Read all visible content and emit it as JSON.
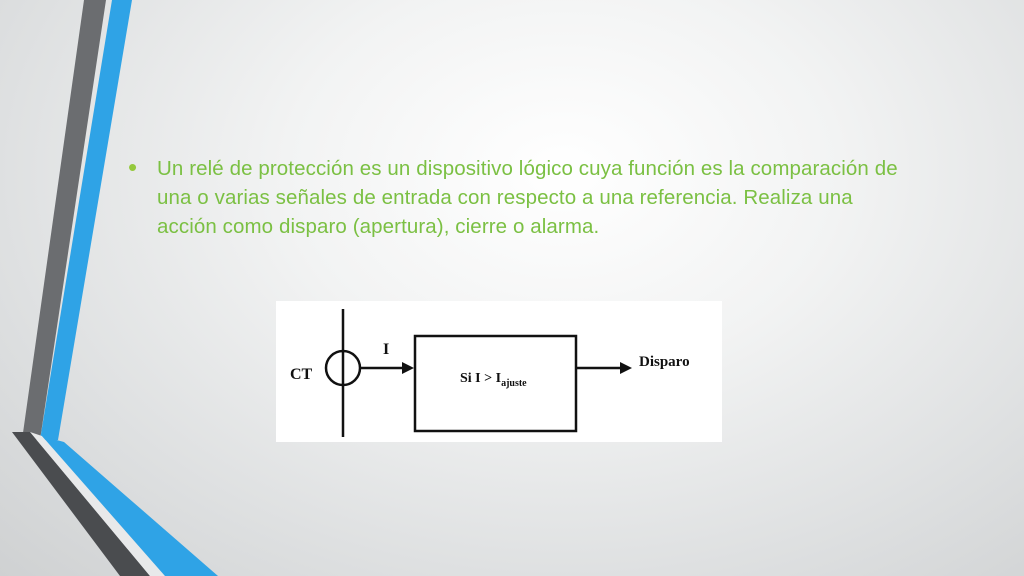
{
  "slide": {
    "bullet_text": "Un relé de protección es un dispositivo lógico cuya función es la comparación de una o varias señales de entrada con respecto a una referencia. Realiza una acción como disparo (apertura), cierre o alarma.",
    "bullet_symbol": "•",
    "text_color": "#7bc043",
    "accent_colors": {
      "blue": "#2fa3e6",
      "gray": "#6b6d70",
      "dark_gray": "#4a4c4f"
    }
  },
  "diagram": {
    "ct_label": "CT",
    "current_label": "I",
    "condition_prefix": "Si I > I",
    "condition_subscript": "ajuste",
    "output_label": "Disparo"
  }
}
